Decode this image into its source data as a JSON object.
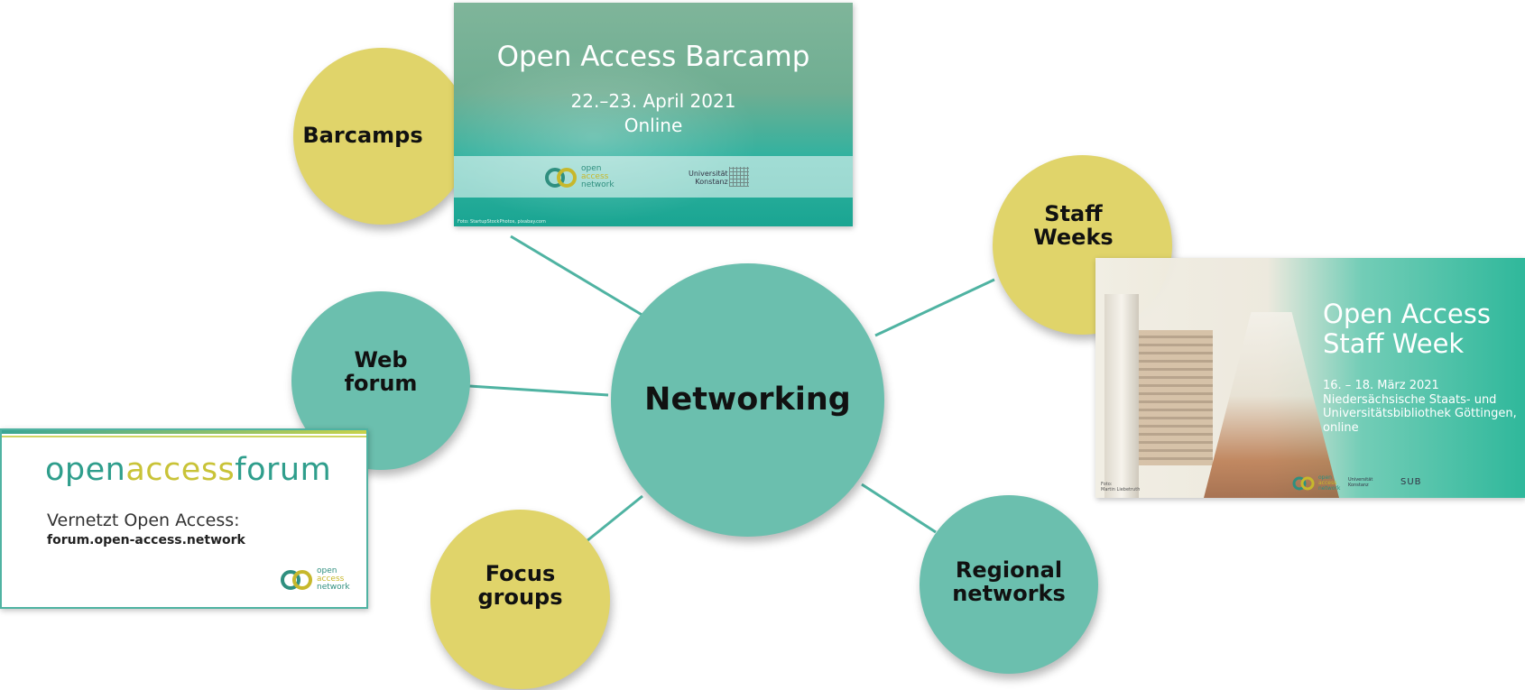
{
  "colors": {
    "yellow": "#e0d46a",
    "teal": "#6bbfae",
    "line": "#4fb3a2"
  },
  "center": {
    "label": "Networking"
  },
  "nodes": {
    "barcamps": {
      "label": "Barcamps"
    },
    "staff_weeks": {
      "label": "Staff\nWeeks"
    },
    "web_forum": {
      "label": "Web\nforum"
    },
    "focus_groups": {
      "label": "Focus\ngroups"
    },
    "regional_networks": {
      "label": "Regional\nnetworks"
    }
  },
  "barcamp_card": {
    "title": "Open Access Barcamp",
    "dates": "22.–23. April 2021",
    "mode": "Online",
    "logo_lines": [
      "open",
      "access",
      "network"
    ],
    "university": "Universität\nKonstanz",
    "credit": "Foto: StartupStockPhotos, pixabay.com"
  },
  "forum_card": {
    "brand_open": "open",
    "brand_access": "access",
    "brand_forum": "forum",
    "tagline": "Vernetzt Open Access:",
    "url": "forum.open-access.network",
    "logo_lines": [
      "open",
      "access",
      "network"
    ]
  },
  "staff_card": {
    "title_line1": "Open Access",
    "title_line2": "Staff Week",
    "dates": "16. – 18. März 2021",
    "location": "Niedersächsische Staats- und\nUniversitätsbibliothek Göttingen,\nonline",
    "credit": "Foto:\nMartin Liebetruth",
    "logo_lines": [
      "open",
      "access",
      "network"
    ],
    "university": "Universität\nKonstanz",
    "sub": "SUB"
  }
}
